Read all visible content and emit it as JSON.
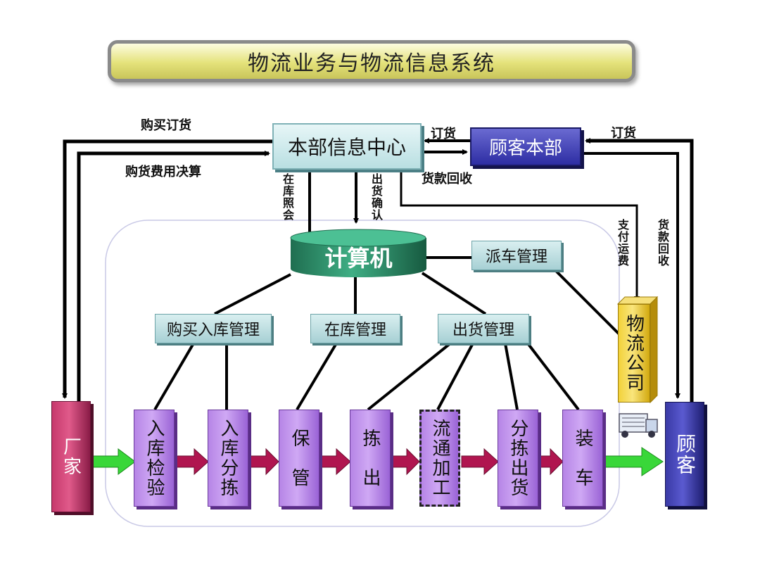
{
  "title": "物流业务与物流信息系统",
  "nodes": {
    "hq_info_center": "本部信息中心",
    "customer_hq": "顾客本部",
    "computer": "计算机",
    "dispatch_mgmt": "派车管理",
    "purchase_storage_mgmt": "购买入库管理",
    "inventory_mgmt": "在库管理",
    "shipping_mgmt": "出货管理",
    "factory": "厂家",
    "customer": "顾客",
    "logistics_company": "物流公司"
  },
  "process_steps": [
    "入库检验",
    "入库分拣",
    "保　管",
    "拣　出",
    "流通加工",
    "分拣出货",
    "装　车"
  ],
  "flow_labels": {
    "purchase_order": "购买订货",
    "purchase_settlement": "购货费用决算",
    "order_left": "订货",
    "order_right": "订货",
    "payment_collection": "货款回收",
    "inventory_inquiry": "在库照会",
    "shipment_confirm": "出货确认",
    "pay_freight": "支付运费",
    "payment_collection_vertical": "货款回收"
  },
  "colors": {
    "title_fill": "#e4e27a",
    "info_center_fill": "#b9dfe2",
    "customer_fill": "#2d2da3",
    "process_fill": "#c39af0",
    "factory_fill": "#c6386c",
    "logistics_fill": "#f2d23a",
    "computer_fill": "#2a8a66",
    "flow_arrow_green": "#39d739",
    "flow_arrow_magenta": "#b0154f"
  }
}
